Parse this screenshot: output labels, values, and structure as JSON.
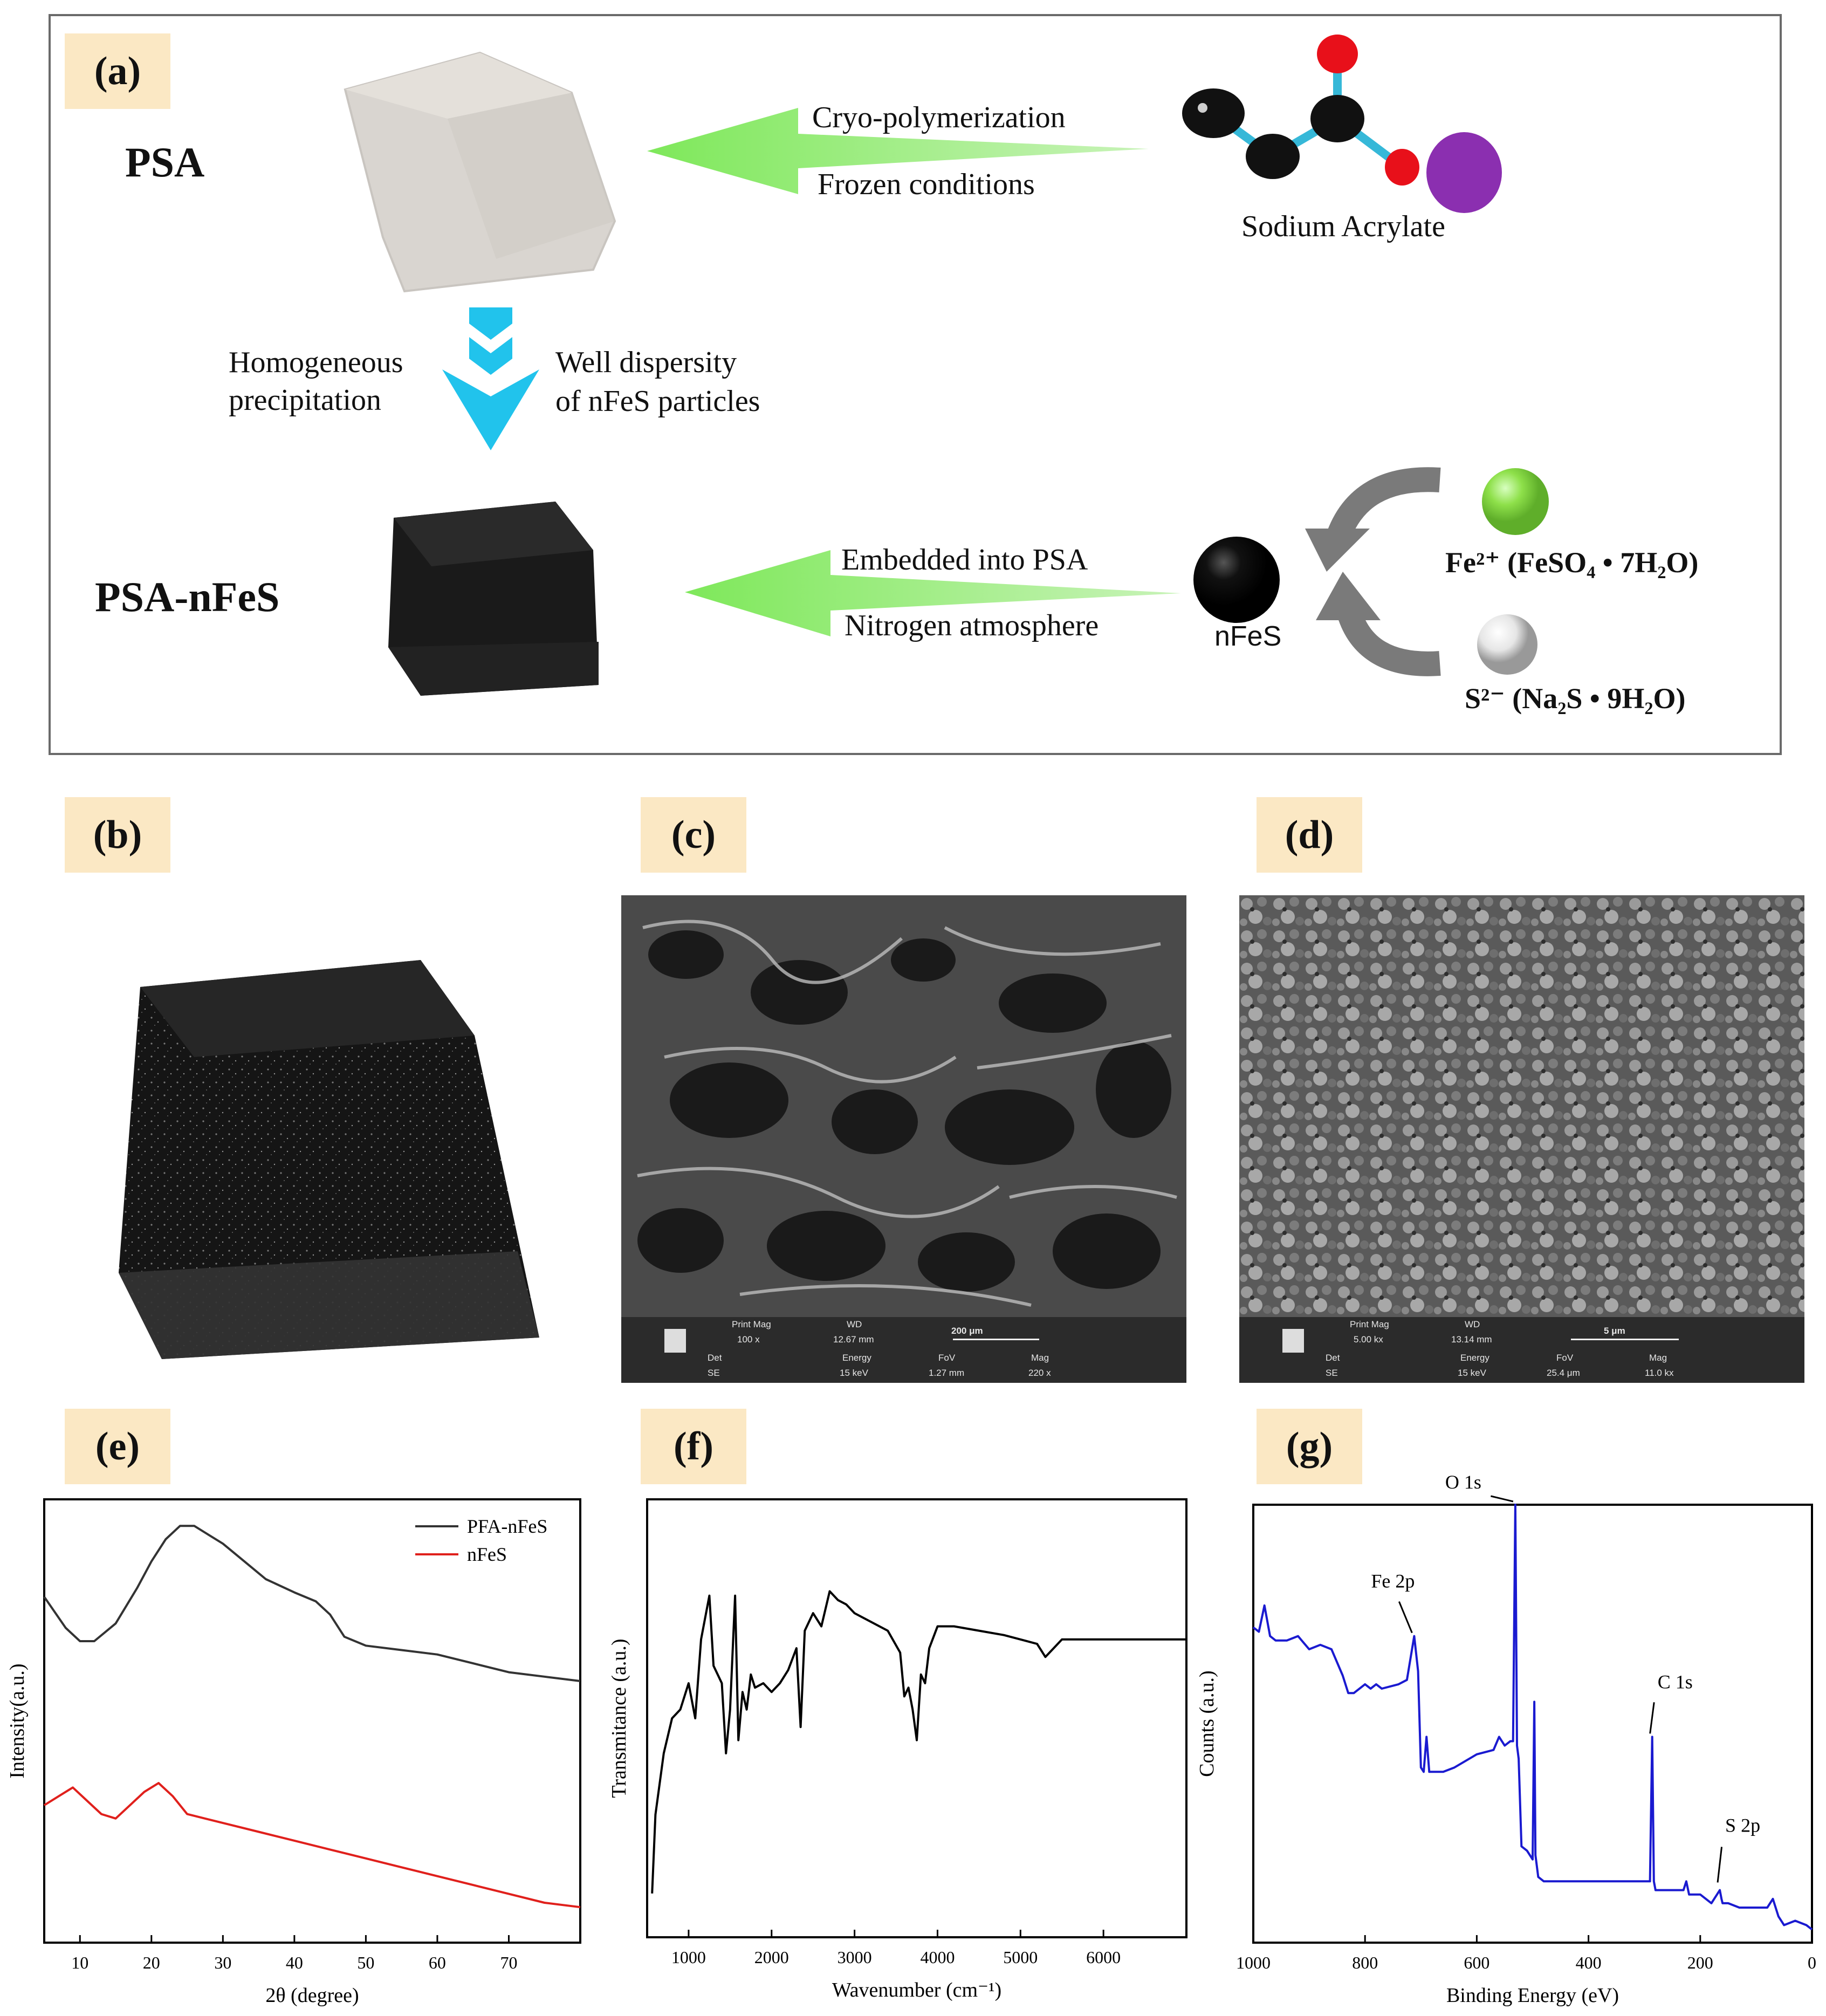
{
  "panel_labels": [
    "(a)",
    "(b)",
    "(c)",
    "(d)",
    "(e)",
    "(f)",
    "(g)"
  ],
  "scheme": {
    "psa_label": "PSA",
    "psa_nfes_label": "PSA-nFeS",
    "arrow1_top": "Cryo-polymerization",
    "arrow1_bottom": "Frozen conditions",
    "monomer_label": "Sodium Acrylate",
    "down_left_1": "Homogeneous",
    "down_left_2": "precipitation",
    "down_right_1": "Well dispersity",
    "down_right_2": "of nFeS particles",
    "arrow2_top": "Embedded into PSA",
    "arrow2_bottom": "Nitrogen atmosphere",
    "particle_label": "nFeS",
    "fe_label": "Fe²⁺ (FeSO₄ • 7H₂O)",
    "s_label": "S²⁻ (Na₂S • 9H₂O)",
    "colors": {
      "arrow_green": "#7ee85a",
      "arrow_blue": "#21c3ec",
      "arrow_grey": "#7a7a7a",
      "fe_ball": "#8ee04a",
      "na_ball": "#8b2fb0",
      "o_ball": "#e8101a",
      "bond": "#36b8d8"
    }
  },
  "sem_c": {
    "row1": [
      "Print Mag",
      "WD",
      "",
      "200 μm"
    ],
    "row1_vals": [
      "100 x",
      "12.67 mm"
    ],
    "row2": [
      "Det",
      "Energy",
      "FoV",
      "Mag"
    ],
    "row2_vals": [
      "SE",
      "15 keV",
      "1.27 mm",
      "220 x"
    ]
  },
  "sem_d": {
    "row1": [
      "Print Mag",
      "WD",
      "",
      "5 μm"
    ],
    "row1_vals": [
      "5.00 kx",
      "13.14 mm"
    ],
    "row2": [
      "Det",
      "Energy",
      "FoV",
      "Mag"
    ],
    "row2_vals": [
      "SE",
      "15 keV",
      "25.4 μm",
      "11.0 kx"
    ]
  },
  "chart_data": [
    {
      "panel": "(e)",
      "type": "line",
      "xlabel": "2θ (degree)",
      "ylabel": "Intensity(a.u.)",
      "xlim": [
        5,
        80
      ],
      "xticks": [
        10,
        20,
        30,
        40,
        50,
        60,
        70
      ],
      "legend_position": "top-right",
      "series": [
        {
          "name": "PFA-nFeS",
          "color": "#333333",
          "x": [
            5,
            8,
            10,
            12,
            15,
            18,
            20,
            22,
            24,
            26,
            28,
            30,
            33,
            36,
            40,
            43,
            45,
            47,
            50,
            55,
            60,
            65,
            70,
            75,
            80
          ],
          "y": [
            0.78,
            0.71,
            0.68,
            0.68,
            0.72,
            0.8,
            0.86,
            0.91,
            0.94,
            0.94,
            0.92,
            0.9,
            0.86,
            0.82,
            0.79,
            0.77,
            0.74,
            0.69,
            0.67,
            0.66,
            0.65,
            0.63,
            0.61,
            0.6,
            0.59
          ]
        },
        {
          "name": "nFeS",
          "color": "#e0201c",
          "x": [
            5,
            7,
            9,
            11,
            13,
            15,
            17,
            19,
            21,
            23,
            25,
            30,
            35,
            40,
            45,
            50,
            55,
            60,
            65,
            70,
            75,
            80
          ],
          "y": [
            0.31,
            0.33,
            0.35,
            0.32,
            0.29,
            0.28,
            0.31,
            0.34,
            0.36,
            0.33,
            0.29,
            0.27,
            0.25,
            0.23,
            0.21,
            0.19,
            0.17,
            0.15,
            0.13,
            0.11,
            0.09,
            0.08
          ]
        }
      ]
    },
    {
      "panel": "(f)",
      "type": "line",
      "xlabel": "Wavenumber (cm⁻¹)",
      "ylabel": "Transmitance (a.u.)",
      "xlim": [
        500,
        7000
      ],
      "xticks": [
        1000,
        2000,
        3000,
        4000,
        5000,
        6000
      ],
      "series": [
        {
          "name": "",
          "color": "#000000",
          "x": [
            560,
            600,
            700,
            800,
            900,
            1000,
            1080,
            1150,
            1250,
            1300,
            1400,
            1450,
            1500,
            1560,
            1600,
            1650,
            1700,
            1750,
            1800,
            1900,
            2000,
            2100,
            2200,
            2300,
            2350,
            2400,
            2500,
            2600,
            2700,
            2800,
            2900,
            3000,
            3200,
            3400,
            3550,
            3600,
            3650,
            3700,
            3750,
            3800,
            3850,
            3900,
            4000,
            4200,
            4500,
            4800,
            5000,
            5200,
            5300,
            5400,
            5500,
            5700,
            6000,
            6300,
            6600,
            7000
          ],
          "y": [
            0.1,
            0.28,
            0.42,
            0.5,
            0.52,
            0.58,
            0.5,
            0.68,
            0.78,
            0.62,
            0.58,
            0.42,
            0.52,
            0.78,
            0.45,
            0.56,
            0.52,
            0.6,
            0.57,
            0.58,
            0.56,
            0.58,
            0.61,
            0.66,
            0.48,
            0.7,
            0.74,
            0.71,
            0.79,
            0.77,
            0.76,
            0.74,
            0.72,
            0.7,
            0.65,
            0.55,
            0.57,
            0.52,
            0.45,
            0.6,
            0.58,
            0.66,
            0.71,
            0.71,
            0.7,
            0.69,
            0.68,
            0.67,
            0.64,
            0.66,
            0.68,
            0.68,
            0.68,
            0.68,
            0.68,
            0.68
          ]
        }
      ]
    },
    {
      "panel": "(g)",
      "type": "line",
      "xlabel": "Binding Energy (eV)",
      "ylabel": "Counts (a.u.)",
      "xlim": [
        1000,
        0
      ],
      "xticks": [
        1000,
        800,
        600,
        400,
        200,
        0
      ],
      "annotations": [
        "O 1s",
        "Fe 2p",
        "C 1s",
        "S 2p"
      ],
      "series": [
        {
          "name": "",
          "color": "#1a1ad0",
          "x": [
            1000,
            990,
            980,
            970,
            960,
            940,
            920,
            900,
            880,
            860,
            840,
            830,
            820,
            800,
            790,
            780,
            770,
            740,
            725,
            712,
            705,
            700,
            695,
            690,
            685,
            680,
            660,
            640,
            600,
            570,
            560,
            550,
            540,
            535,
            531,
            528,
            525,
            520,
            510,
            500,
            497,
            495,
            490,
            480,
            450,
            400,
            350,
            300,
            290,
            286,
            283,
            280,
            270,
            250,
            230,
            225,
            220,
            200,
            180,
            170,
            165,
            162,
            160,
            150,
            130,
            110,
            80,
            70,
            60,
            50,
            30,
            10,
            0
          ],
          "y": [
            0.72,
            0.71,
            0.77,
            0.7,
            0.69,
            0.69,
            0.7,
            0.67,
            0.68,
            0.67,
            0.61,
            0.57,
            0.57,
            0.59,
            0.58,
            0.59,
            0.58,
            0.59,
            0.6,
            0.7,
            0.62,
            0.4,
            0.39,
            0.47,
            0.39,
            0.39,
            0.39,
            0.4,
            0.43,
            0.44,
            0.47,
            0.45,
            0.46,
            0.46,
            1.0,
            0.45,
            0.42,
            0.22,
            0.21,
            0.19,
            0.55,
            0.2,
            0.15,
            0.14,
            0.14,
            0.14,
            0.14,
            0.14,
            0.14,
            0.47,
            0.14,
            0.12,
            0.12,
            0.12,
            0.12,
            0.14,
            0.11,
            0.11,
            0.09,
            0.11,
            0.12,
            0.1,
            0.09,
            0.09,
            0.08,
            0.08,
            0.08,
            0.1,
            0.06,
            0.04,
            0.05,
            0.04,
            0.03
          ]
        }
      ]
    }
  ]
}
